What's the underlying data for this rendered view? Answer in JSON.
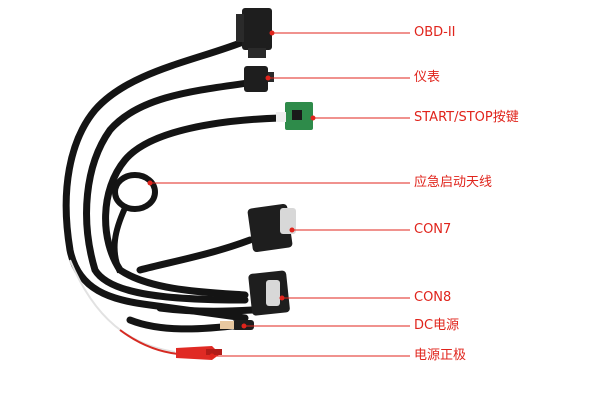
{
  "colors": {
    "label_text": "#e0241c",
    "leader_line": "#e0241c",
    "cable": "#141414",
    "connector": "#1e1e1e",
    "pcb": "#2e8b4a",
    "clip": "#e02a24",
    "wire_white": "#f2f2f2"
  },
  "callouts": [
    {
      "id": "obd",
      "label": "OBD-II"
    },
    {
      "id": "dash",
      "label": "仪表"
    },
    {
      "id": "startstop",
      "label": "START/STOP按键"
    },
    {
      "id": "antenna",
      "label": "应急启动天线"
    },
    {
      "id": "con7",
      "label": "CON7"
    },
    {
      "id": "con8",
      "label": "CON8"
    },
    {
      "id": "dc",
      "label": "DC电源"
    },
    {
      "id": "positive",
      "label": "电源正极"
    }
  ]
}
